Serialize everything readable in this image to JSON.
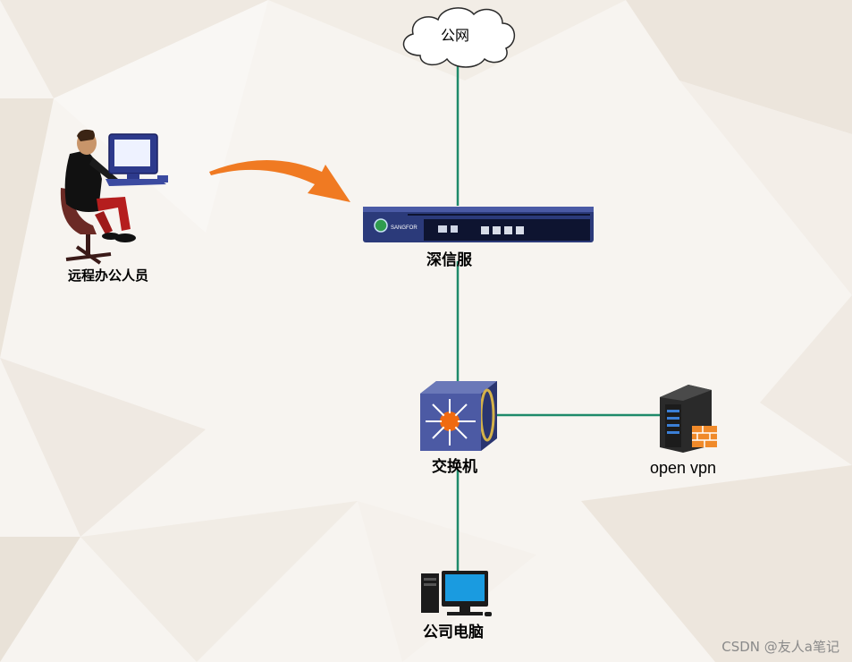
{
  "nodes": {
    "cloud": {
      "label": "公网"
    },
    "remote_worker": {
      "label": "远程办公人员"
    },
    "firewall": {
      "label": "深信服",
      "device_text": "SANGFOR"
    },
    "switch": {
      "label": "交换机"
    },
    "vpn_server": {
      "label": "open vpn"
    },
    "company_pc": {
      "label": "公司电脑"
    }
  },
  "watermark": "CSDN @友人a笔记",
  "colors": {
    "link_line": "#1e8a6a",
    "arrow": "#f07a22",
    "background": "#f6f3ef"
  }
}
